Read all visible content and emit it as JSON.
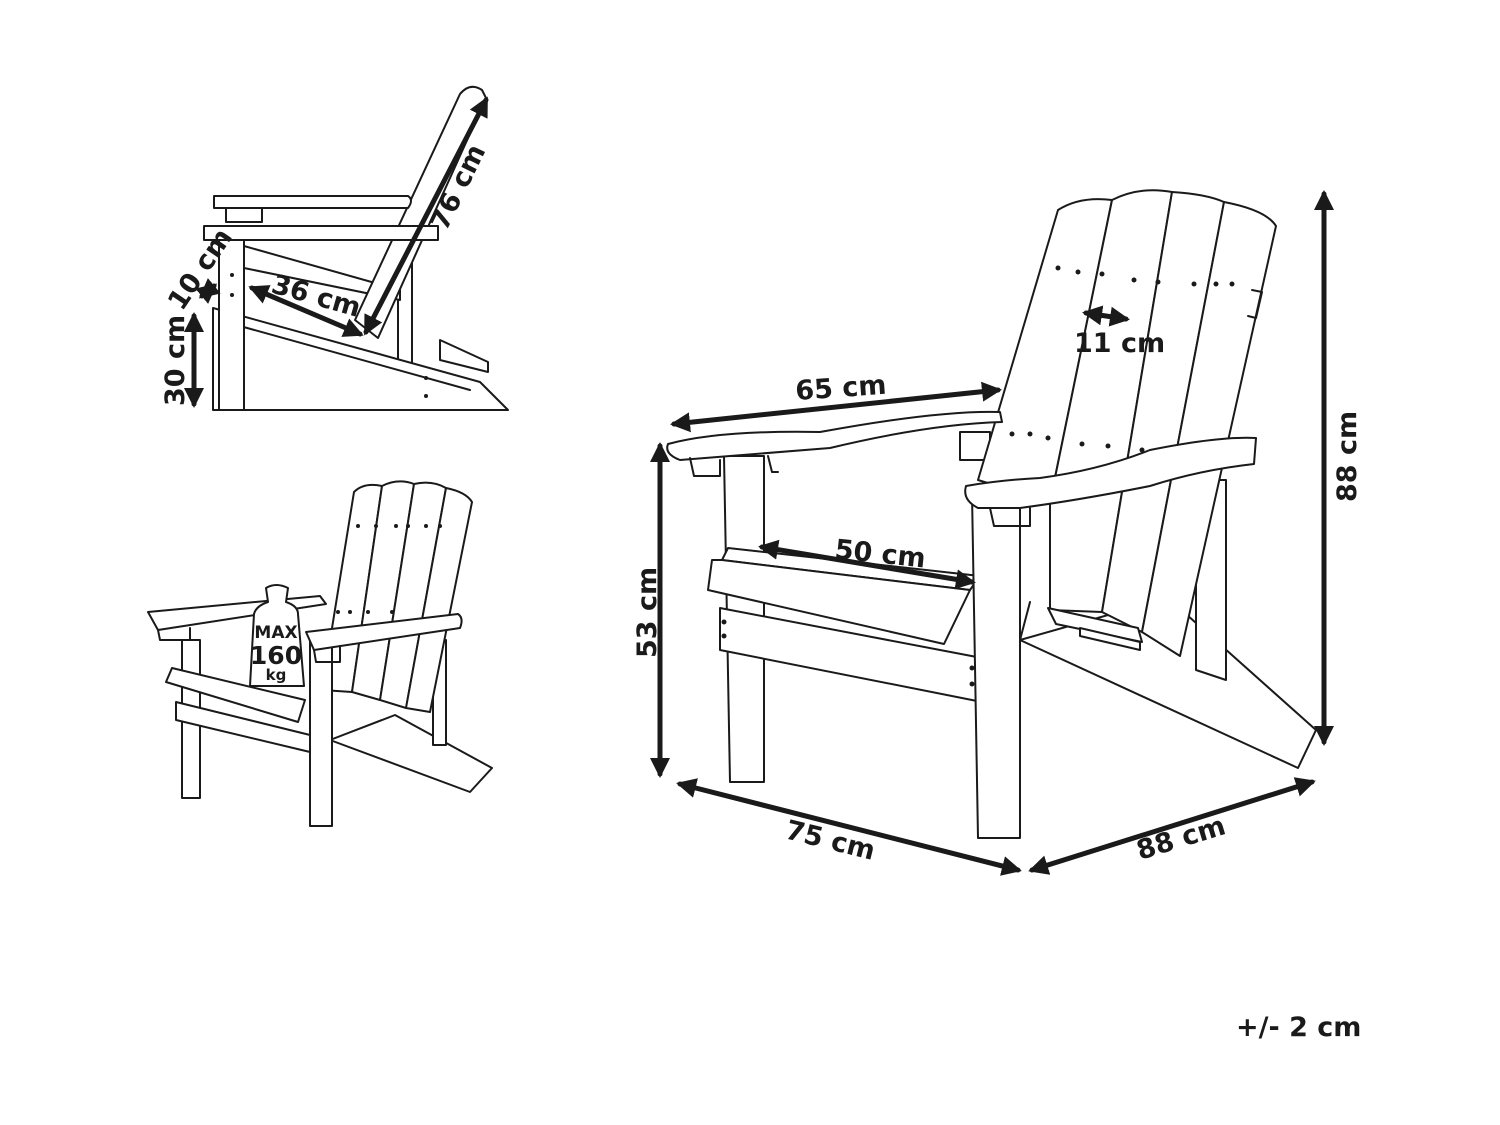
{
  "dimensions": {
    "side_backrest": "76 cm",
    "side_seat_depth": "36 cm",
    "side_seat_angle": "10 cm",
    "side_seat_height": "30 cm",
    "armrest_length": "65 cm",
    "slat_width": "11 cm",
    "seat_width": "50 cm",
    "total_height": "88 cm",
    "armrest_height": "53 cm",
    "width": "75 cm",
    "depth": "88 cm"
  },
  "weight_badge": {
    "line1": "MAX",
    "line2": "160",
    "line3": "kg"
  },
  "tolerance": "+/- 2 cm"
}
